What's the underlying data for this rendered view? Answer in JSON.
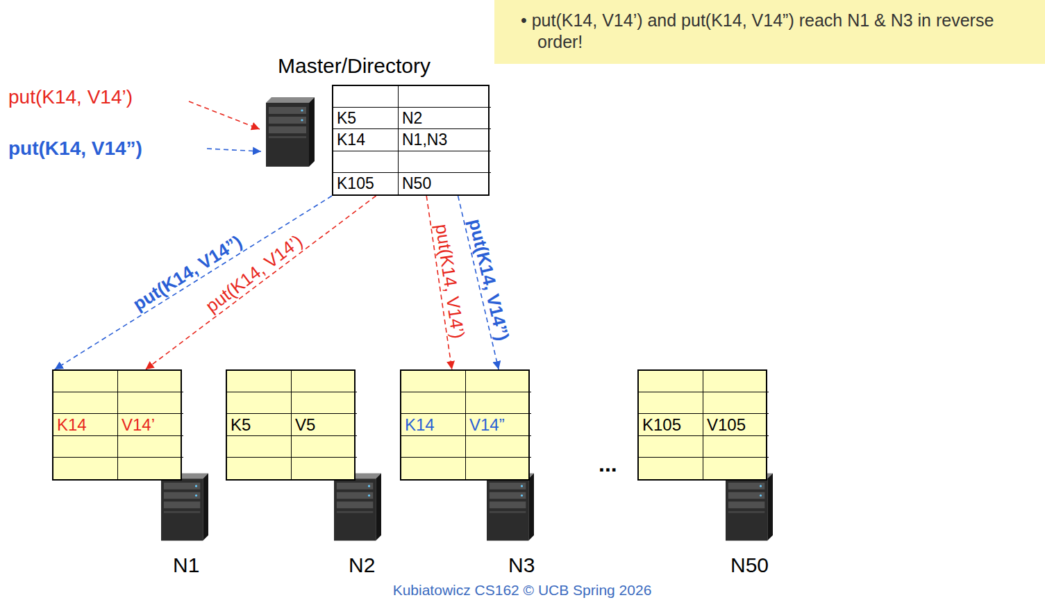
{
  "diagram": {
    "nodes": [
      {
        "text": [
          "• put(K14, V14’) and put(K14, V14”) reach N1 & N3 in reverse order!"
        ]
      },
      {
        "text": [
          "Master/Directory",
          "K5",
          "N2",
          "K14",
          "N1,N3",
          "K105",
          "N50"
        ]
      },
      {
        "text": [
          "K14",
          "V14’",
          "N1"
        ]
      },
      {
        "text": [
          "K5",
          "V5",
          "N2"
        ]
      },
      {
        "text": [
          "K14",
          "V14”",
          "N3"
        ]
      },
      {
        "text": [
          "K105",
          "V105",
          "N50"
        ]
      }
    ],
    "edges": [
      {
        "from": 1,
        "to": 2,
        "arrow": "to",
        "label": "put(K14, V14’)"
      },
      {
        "from": 1,
        "to": 2,
        "arrow": "to",
        "label": "put(K14, V14”)"
      },
      {
        "from": 1,
        "to": 4,
        "arrow": "to",
        "label": "put(K14, V14’)"
      },
      {
        "from": 1,
        "to": 4,
        "arrow": "to",
        "label": "put(K14, V14”)"
      }
    ],
    "labels": [
      "put(K14, V14’)",
      "put(K14, V14”)",
      "...",
      "Kubiatowicz CS162 © UCB Spring 2026"
    ]
  }
}
